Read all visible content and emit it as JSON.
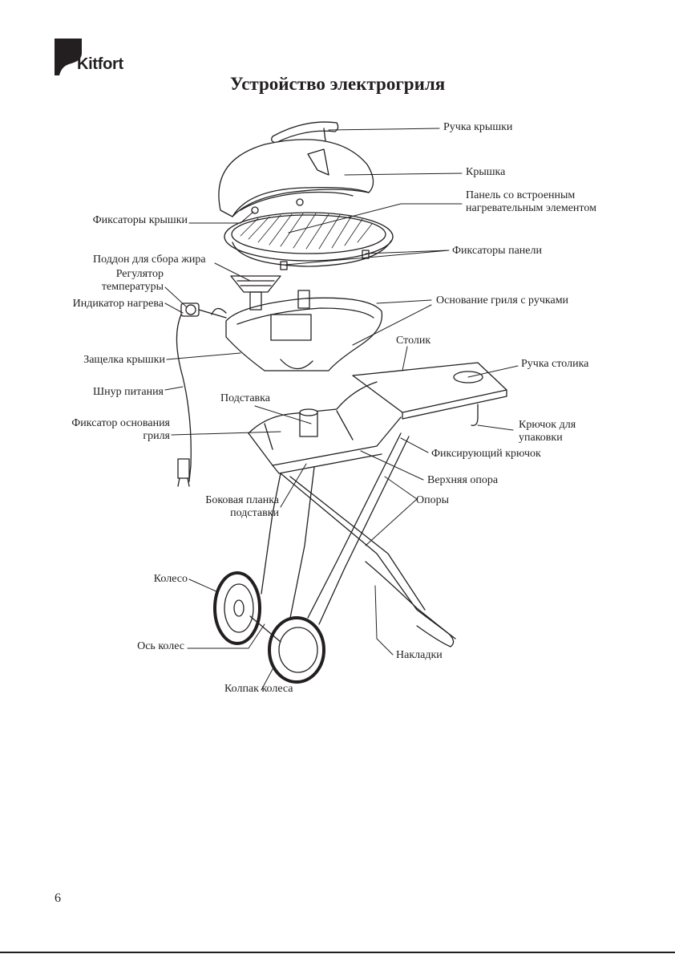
{
  "brand": {
    "name": "Kitfort"
  },
  "title": "Устройство электрогриля",
  "labels": {
    "lid_handle": "Ручка крышки",
    "lid": "Крышка",
    "heating_panel_1": "Панель со встроенным",
    "heating_panel_2": "нагревательным элементом",
    "lid_latches": "Фиксаторы крышки",
    "panel_latches": "Фиксаторы панели",
    "grease_tray": "Поддон для сбора жира",
    "temp_regulator_1": "Регулятор",
    "temp_regulator_2": "температуры",
    "heat_indicator": "Индикатор нагрева",
    "grill_base": "Основание гриля с ручками",
    "table": "Столик",
    "lid_clasp": "Защелка крышки",
    "table_handle": "Ручка столика",
    "power_cord": "Шнур питания",
    "stand": "Подставка",
    "pack_hook_1": "Крючок для",
    "pack_hook_2": "упаковки",
    "base_lock_1": "Фиксатор основания",
    "base_lock_2": "гриля",
    "fixing_hook": "Фиксирующий крючок",
    "upper_support": "Верхняя опора",
    "side_bar_1": "Боковая планка",
    "side_bar_2": "подставки",
    "legs": "Опоры",
    "wheel": "Колесо",
    "axle": "Ось колес",
    "pads": "Накладки",
    "wheel_cap": "Колпак колеса"
  },
  "page_number": "6"
}
